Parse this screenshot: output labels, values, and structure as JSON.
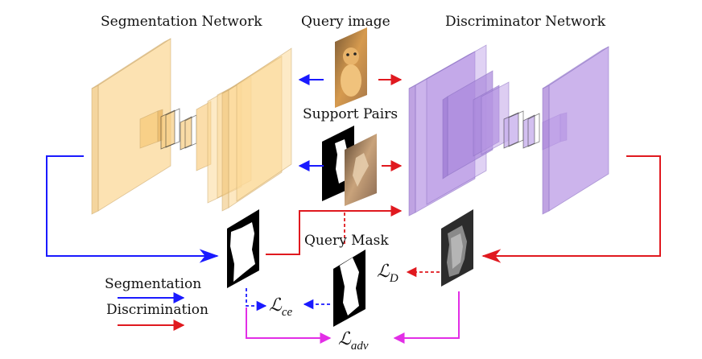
{
  "titles": {
    "segmentation_network": "Segmentation Network",
    "query_image": "Query image",
    "discriminator_network": "Discriminator Network",
    "support_pairs": "Support Pairs",
    "query_mask": "Query Mask"
  },
  "losses": {
    "ce": {
      "base": "ℒ",
      "sub": "ce"
    },
    "d": {
      "base": "ℒ",
      "sub": "D"
    },
    "adv": {
      "base": "ℒ",
      "sub": "adv"
    }
  },
  "legend": {
    "segmentation": "Segmentation",
    "discrimination": "Discrimination"
  },
  "colors": {
    "segmentation_arrow": "#1a1aff",
    "discrimination_arrow": "#e0191f",
    "adv_arrow": "#e22ee6",
    "seg_layers": "#fbd898",
    "disc_layers": "#bb9be6"
  }
}
